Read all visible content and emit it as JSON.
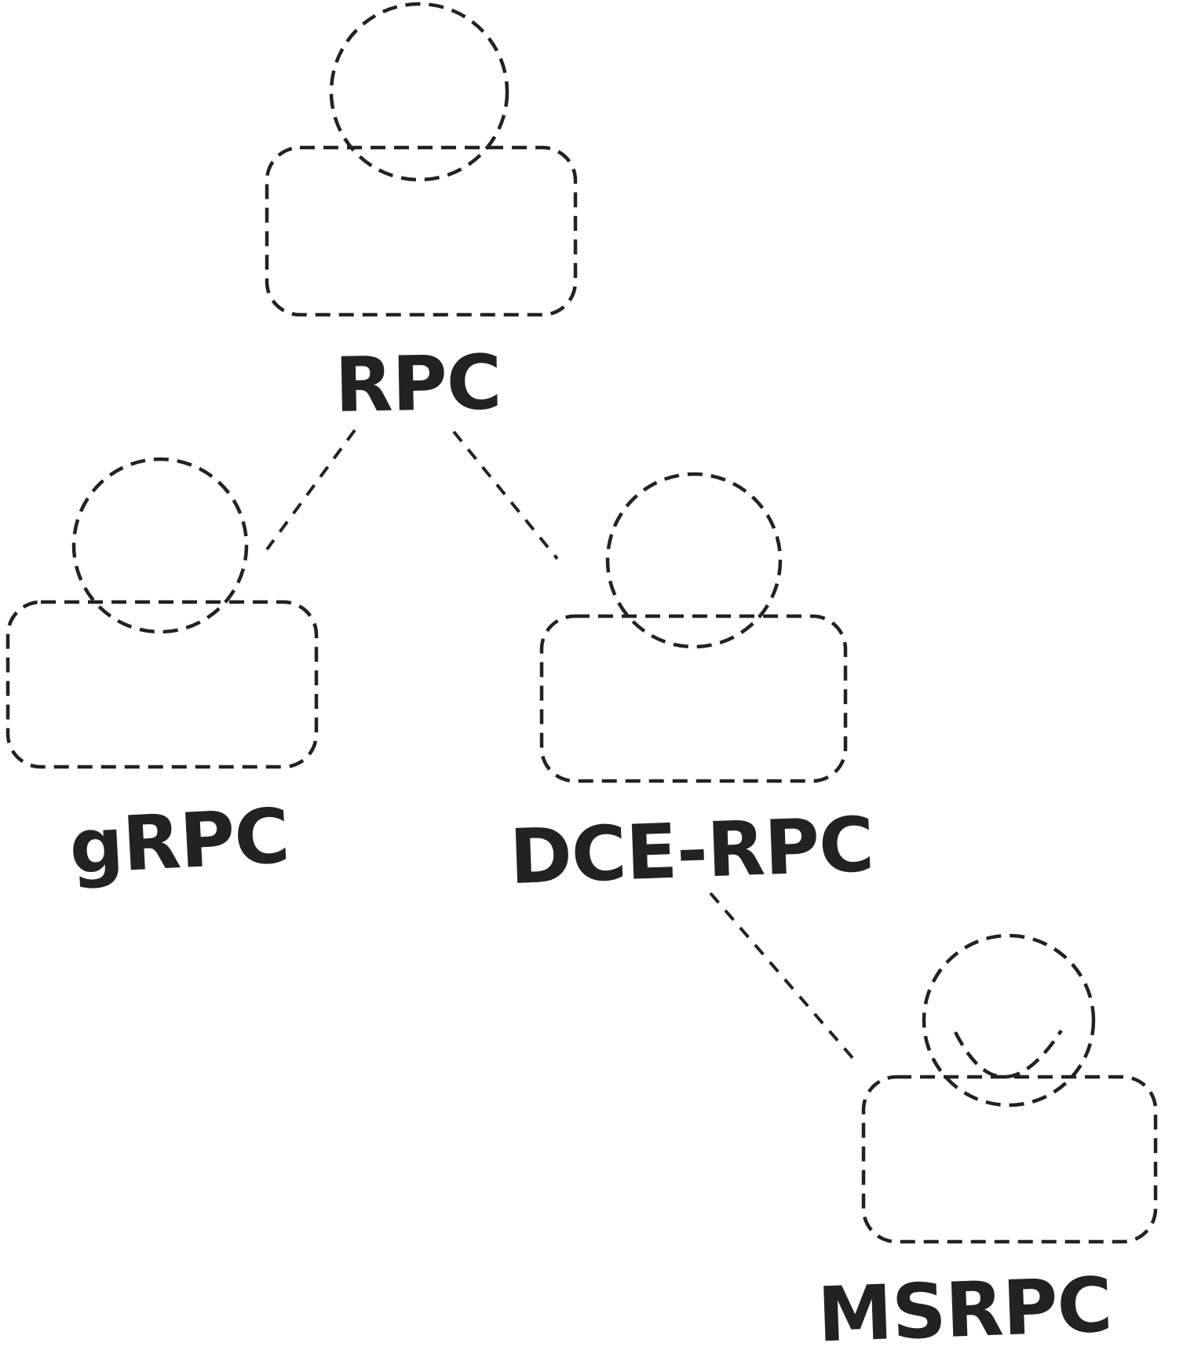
{
  "diagram": {
    "description": "Hand-drawn style family tree of RPC protocols; each node is a dashed person silhouette (head circle over rounded-rectangle body) with a handwritten label beneath",
    "ink_color": "#222222",
    "background_color": "#ffffff",
    "line_style": "dashed",
    "nodes": [
      {
        "id": "rpc",
        "label": "RPC",
        "icon": "person-icon"
      },
      {
        "id": "grpc",
        "label": "gRPC",
        "icon": "person-icon"
      },
      {
        "id": "dcerpc",
        "label": "DCE-RPC",
        "icon": "person-icon"
      },
      {
        "id": "msrpc",
        "label": "MSRPC",
        "icon": "person-icon"
      }
    ],
    "edges": [
      {
        "from": "RPC",
        "to": "gRPC"
      },
      {
        "from": "RPC",
        "to": "DCE-RPC"
      },
      {
        "from": "DCE-RPC",
        "to": "MSRPC"
      }
    ]
  }
}
